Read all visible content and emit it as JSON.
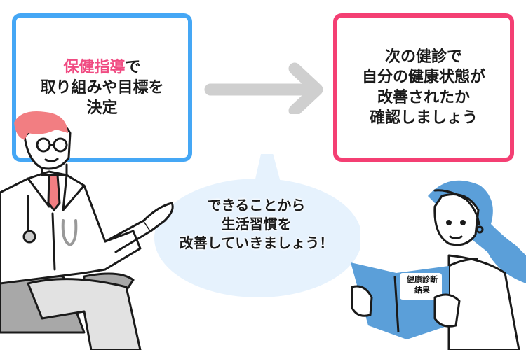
{
  "left_box": {
    "highlight": "保健指導",
    "line1_rest": "で",
    "line2": "取り組みや目標を",
    "line3": "決定",
    "border_color": "#45a7f5",
    "highlight_color": "#f04b82"
  },
  "right_box": {
    "line1": "次の健診で",
    "line2": "自分の健康状態が",
    "line3": "改善されたか",
    "line4": "確認しましょう",
    "border_color": "#f43f73"
  },
  "arrow": {
    "icon": "right-arrow-icon",
    "color": "#cfcfcf"
  },
  "speech_bubble": {
    "line1": "できることから",
    "line2": "生活習慣を",
    "line3": "改善していきましょう！",
    "color": "#e6f2fd"
  },
  "report_book": {
    "line1": "健康診断",
    "line2": "結果",
    "cover_color": "#5b9fd9"
  },
  "characters": {
    "doctor": {
      "hair_color": "#f27e82",
      "tie_color": "#f27e82"
    },
    "patient": {
      "hair_color": "#5b9fd9"
    }
  }
}
